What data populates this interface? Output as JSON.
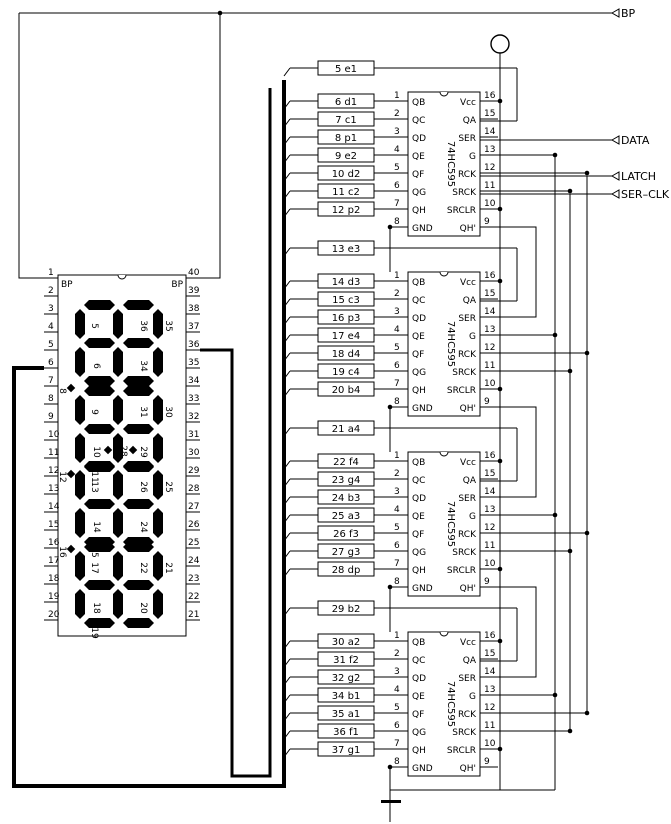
{
  "nets": {
    "bp": "BP",
    "data": "DATA",
    "latch": "LATCH",
    "ser_clk": "SER–CLK"
  },
  "lcd": {
    "bp_left": "BP",
    "bp_right": "BP",
    "left_pins": [
      "1",
      "2",
      "3",
      "4",
      "5",
      "6",
      "7",
      "8",
      "9",
      "10",
      "11",
      "12",
      "13",
      "14",
      "15",
      "16",
      "17",
      "18",
      "19",
      "20"
    ],
    "right_pins": [
      "40",
      "39",
      "38",
      "37",
      "36",
      "35",
      "34",
      "33",
      "32",
      "31",
      "30",
      "29",
      "28",
      "27",
      "26",
      "25",
      "24",
      "23",
      "22",
      "21"
    ],
    "digits": [
      {
        "a": "36",
        "b": "35",
        "c": "34",
        "d": "7",
        "e": "6",
        "f": "5",
        "g": "37",
        "dp": "8"
      },
      {
        "a": "31",
        "b": "30",
        "c": "29",
        "d": "11",
        "e": "10",
        "f": "9",
        "g": "32",
        "dp": "12"
      },
      {
        "a": "26",
        "b": "25",
        "c": "24",
        "d": "15",
        "e": "14",
        "f": "13",
        "g": "27",
        "dp": "16"
      },
      {
        "a": "22",
        "b": "21",
        "c": "20",
        "d": "19",
        "e": "18",
        "f": "17",
        "g": "23",
        "dp": ""
      }
    ],
    "colon_label": "28"
  },
  "chips": [
    {
      "name": "74HC595",
      "top_label": "5 e1",
      "resistors": [
        "6 d1",
        "7 c1",
        "8 p1",
        "9 e2",
        "10 d2",
        "11 c2",
        "12 p2"
      ],
      "left_pins": [
        {
          "num": "1",
          "name": "QB"
        },
        {
          "num": "2",
          "name": "QC"
        },
        {
          "num": "3",
          "name": "QD"
        },
        {
          "num": "4",
          "name": "QE"
        },
        {
          "num": "5",
          "name": "QF"
        },
        {
          "num": "6",
          "name": "QG"
        },
        {
          "num": "7",
          "name": "QH"
        },
        {
          "num": "8",
          "name": "GND"
        }
      ],
      "right_pins": [
        {
          "num": "16",
          "name": "Vcc"
        },
        {
          "num": "15",
          "name": "QA"
        },
        {
          "num": "14",
          "name": "SER"
        },
        {
          "num": "13",
          "name": "G"
        },
        {
          "num": "12",
          "name": "RCK"
        },
        {
          "num": "11",
          "name": "SRCK"
        },
        {
          "num": "10",
          "name": "SRCLR"
        },
        {
          "num": "9",
          "name": "QH'"
        }
      ]
    },
    {
      "name": "74HC595",
      "top_label": "13 e3",
      "resistors": [
        "14 d3",
        "15 c3",
        "16 p3",
        "17 e4",
        "18 d4",
        "19 c4",
        "20 b4"
      ],
      "left_pins": [
        {
          "num": "1",
          "name": "QB"
        },
        {
          "num": "2",
          "name": "QC"
        },
        {
          "num": "3",
          "name": "QD"
        },
        {
          "num": "4",
          "name": "QE"
        },
        {
          "num": "5",
          "name": "QF"
        },
        {
          "num": "6",
          "name": "QG"
        },
        {
          "num": "7",
          "name": "QH"
        },
        {
          "num": "8",
          "name": "GND"
        }
      ],
      "right_pins": [
        {
          "num": "16",
          "name": "Vcc"
        },
        {
          "num": "15",
          "name": "QA"
        },
        {
          "num": "14",
          "name": "SER"
        },
        {
          "num": "13",
          "name": "G"
        },
        {
          "num": "12",
          "name": "RCK"
        },
        {
          "num": "11",
          "name": "SRCK"
        },
        {
          "num": "10",
          "name": "SRCLR"
        },
        {
          "num": "9",
          "name": "QH'"
        }
      ]
    },
    {
      "name": "74HC595",
      "top_label": "21 a4",
      "resistors": [
        "22 f4",
        "23 g4",
        "24 b3",
        "25 a3",
        "26 f3",
        "27 g3",
        "28 dp"
      ],
      "left_pins": [
        {
          "num": "1",
          "name": "QB"
        },
        {
          "num": "2",
          "name": "QC"
        },
        {
          "num": "3",
          "name": "QD"
        },
        {
          "num": "4",
          "name": "QE"
        },
        {
          "num": "5",
          "name": "QF"
        },
        {
          "num": "6",
          "name": "QG"
        },
        {
          "num": "7",
          "name": "QH"
        },
        {
          "num": "8",
          "name": "GND"
        }
      ],
      "right_pins": [
        {
          "num": "16",
          "name": "Vcc"
        },
        {
          "num": "15",
          "name": "QA"
        },
        {
          "num": "14",
          "name": "SER"
        },
        {
          "num": "13",
          "name": "G"
        },
        {
          "num": "12",
          "name": "RCK"
        },
        {
          "num": "11",
          "name": "SRCK"
        },
        {
          "num": "10",
          "name": "SRCLR"
        },
        {
          "num": "9",
          "name": "QH'"
        }
      ]
    },
    {
      "name": "74HC595",
      "top_label": "29 b2",
      "resistors": [
        "30 a2",
        "31 f2",
        "32 g2",
        "34 b1",
        "35 a1",
        "36 f1",
        "37 g1"
      ],
      "left_pins": [
        {
          "num": "1",
          "name": "QB"
        },
        {
          "num": "2",
          "name": "QC"
        },
        {
          "num": "3",
          "name": "QD"
        },
        {
          "num": "4",
          "name": "QE"
        },
        {
          "num": "5",
          "name": "QF"
        },
        {
          "num": "6",
          "name": "QG"
        },
        {
          "num": "7",
          "name": "QH"
        },
        {
          "num": "8",
          "name": "GND"
        }
      ],
      "right_pins": [
        {
          "num": "16",
          "name": "Vcc"
        },
        {
          "num": "15",
          "name": "QA"
        },
        {
          "num": "14",
          "name": "SER"
        },
        {
          "num": "13",
          "name": "G"
        },
        {
          "num": "12",
          "name": "RCK"
        },
        {
          "num": "11",
          "name": "SRCK"
        },
        {
          "num": "10",
          "name": "SRCLR"
        },
        {
          "num": "9",
          "name": "QH'"
        }
      ]
    }
  ]
}
